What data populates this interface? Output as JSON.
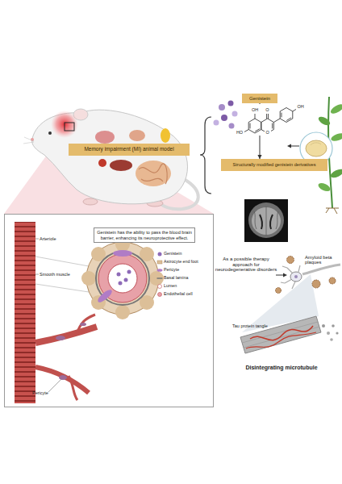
{
  "diagram": {
    "nodes": [
      {
        "text": [
          "Memory impairment (MI) animal model"
        ]
      },
      {
        "text": [
          "Genistein"
        ]
      },
      {
        "text": [
          "Structurally modified genistein derivatives"
        ]
      },
      {
        "text": [
          "Genistein has the ability to pass the blood brain barrier, enhancing its neuroprotective effect."
        ]
      }
    ],
    "edges": [
      {
        "from": 1,
        "to": 2,
        "arrow": "to"
      }
    ],
    "labels": [
      "OH",
      "O",
      "HO",
      "O",
      "OH",
      "Arteriole",
      "Smooth muscle",
      "Pericyte",
      "Genistein",
      "Astrocyte end foot",
      "Pericyte",
      "Basal lamina",
      "Lumen",
      "Endothelial cell",
      "As a possible therapy approach for neurodegenerative disorders",
      "Amyloid beta plaques",
      "Tau protein tangle",
      "Disintegrating microtubule"
    ]
  }
}
